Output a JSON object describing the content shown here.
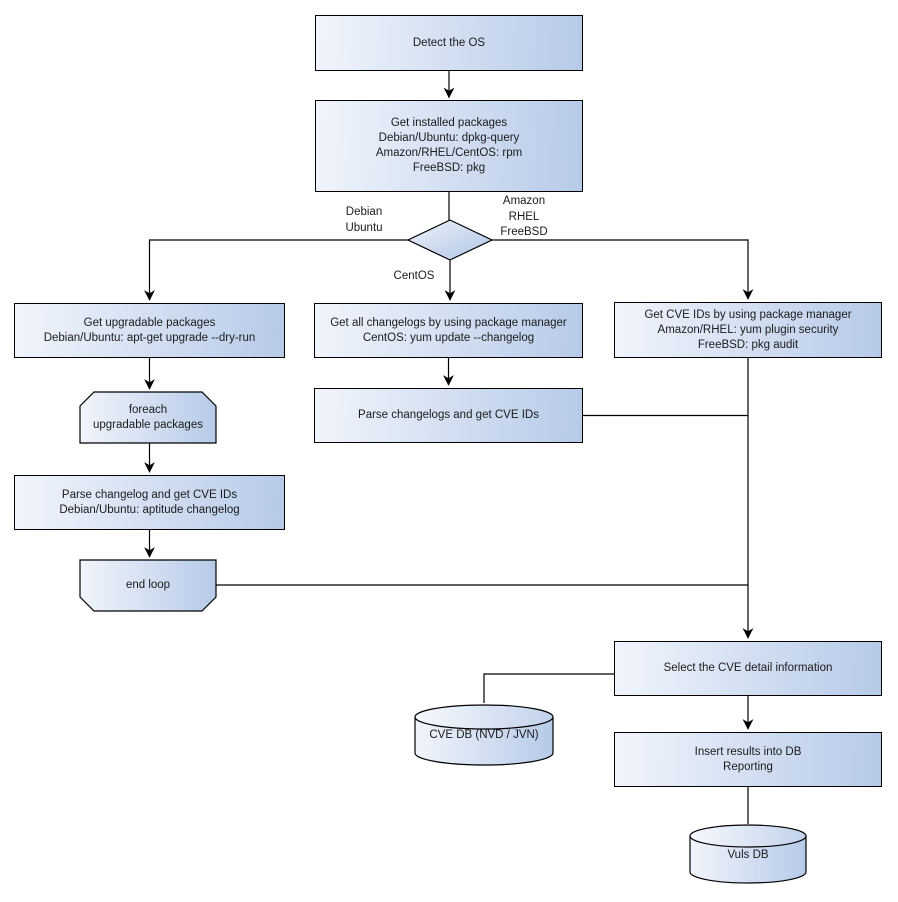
{
  "colors": {
    "node_fill_light": "#f1f5fc",
    "node_fill_dark": "#b6cae8",
    "border": "#000000",
    "connector": "#000000",
    "text": "#1b1b1b",
    "background": "#ffffff"
  },
  "nodes": {
    "detect_os": {
      "text": "Detect the OS"
    },
    "get_installed_packages": {
      "text": "Get installed packages\nDebian/Ubuntu: dpkg-query\nAmazon/RHEL/CentOS: rpm\nFreeBSD: pkg"
    },
    "get_upgradable_packages": {
      "text": "Get upgradable packages\nDebian/Ubuntu: apt-get upgrade --dry-run"
    },
    "foreach_loop": {
      "text": "foreach\nupgradable packages"
    },
    "parse_changelog": {
      "text": "Parse changelog and get CVE IDs\nDebian/Ubuntu: aptitude changelog"
    },
    "end_loop": {
      "text": "end loop"
    },
    "get_all_changelogs": {
      "text": "Get all changelogs by using package manager\nCentOS: yum update --changelog"
    },
    "parse_changelogs": {
      "text": "Parse changelogs and get CVE IDs"
    },
    "get_cve_ids": {
      "text": "Get CVE IDs by using package manager\nAmazon/RHEL: yum plugin security\nFreeBSD: pkg audit"
    },
    "select_cve_detail": {
      "text": "Select the CVE detail information"
    },
    "cve_db": {
      "text": "CVE DB (NVD / JVN)"
    },
    "insert_results": {
      "text": "Insert results into DB\nReporting"
    },
    "vuls_db": {
      "text": "Vuls DB"
    }
  },
  "edge_labels": {
    "debian_ubuntu": "Debian\nUbuntu",
    "amazon_rhel_freebsd": "Amazon\nRHEL\nFreeBSD",
    "centos": "CentOS"
  }
}
